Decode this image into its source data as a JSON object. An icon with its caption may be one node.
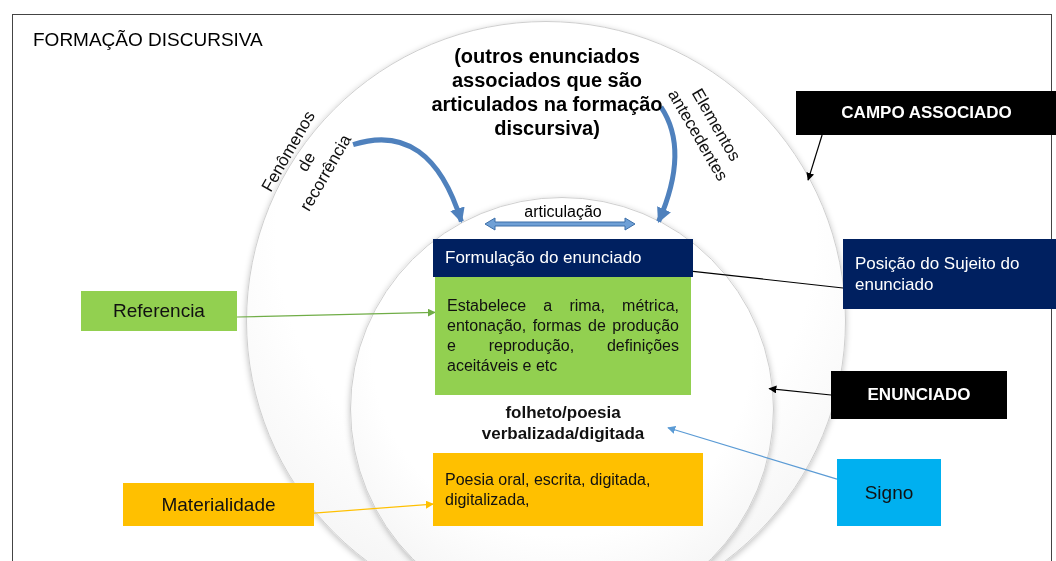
{
  "diagram": {
    "nodes": [
      {
        "text": [
          "FORMAÇÃO DISCURSIVA"
        ]
      },
      {
        "text": [
          "(outros enunciados associados que são articulados na formação discursiva)"
        ],
        "in": 0
      },
      {
        "text": [
          "Fenômenos de recorrência"
        ],
        "in": 1
      },
      {
        "text": [
          "Elementos antecedentes"
        ],
        "in": 1
      },
      {
        "text": [
          "articulação"
        ],
        "in": 1
      },
      {
        "text": [
          "Formulação do enunciado"
        ],
        "in": 4
      },
      {
        "text": [
          "Estabelece a rima, métrica, entonação, formas de produção e reprodução, definições aceitáveis e etc"
        ],
        "in": 4
      },
      {
        "text": [
          "folheto/poesia verbalizada/digitada"
        ],
        "in": 4
      },
      {
        "text": [
          "Poesia oral, escrita, digitada, digitalizada,"
        ],
        "in": 4
      },
      {
        "text": [
          "CAMPO ASSOCIADO"
        ],
        "in": 0
      },
      {
        "text": [
          "Posição do Sujeito do enunciado"
        ],
        "in": 0
      },
      {
        "text": [
          "ENUNCIADO"
        ],
        "in": 0
      },
      {
        "text": [
          "Referencia"
        ],
        "in": 0
      },
      {
        "text": [
          "Materialidade"
        ],
        "in": 0
      },
      {
        "text": [
          "Signo"
        ],
        "in": 0
      }
    ],
    "edges": [
      {
        "from": 9,
        "to": 1,
        "arrow": "to"
      },
      {
        "from": 10,
        "to": 5,
        "arrow": "none"
      },
      {
        "from": 11,
        "to": 4,
        "arrow": "to"
      },
      {
        "from": 12,
        "to": 6,
        "arrow": "to",
        "color": "#70ad47"
      },
      {
        "from": 13,
        "to": 8,
        "arrow": "to",
        "color": "#ffc000"
      },
      {
        "from": 14,
        "to": 7,
        "arrow": "to",
        "color": "#5b9bd5"
      },
      {
        "from": 2,
        "to": 4,
        "arrow": "to",
        "style": "thick",
        "color": "#4f81bd"
      },
      {
        "from": 3,
        "to": 4,
        "arrow": "to",
        "style": "thick",
        "color": "#4f81bd"
      }
    ]
  }
}
